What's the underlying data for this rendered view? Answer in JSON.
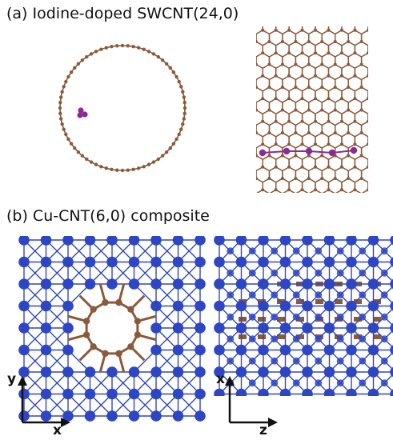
{
  "panel_a": {
    "label": "(a) Iodine-doped SWCNT(24,0)",
    "carbon_color": "#8a5a3c",
    "iodine_color": "#8e2a93"
  },
  "panel_b": {
    "label": "(b) Cu-CNT(6,0) composite",
    "copper_color": "#2f46c4",
    "carbon_color": "#8a5a3c",
    "left_axes": {
      "vertical": "y",
      "horizontal": "x"
    },
    "right_axes": {
      "vertical": "x",
      "horizontal": "z"
    }
  }
}
